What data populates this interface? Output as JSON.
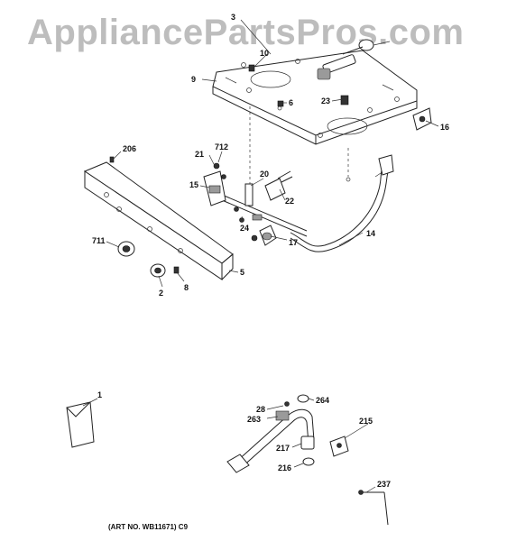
{
  "watermark": "AppliancePartsPros.com",
  "art_number": "(ART NO. WB11671) C9",
  "callouts": {
    "c3": "3",
    "c10": "10",
    "c9": "9",
    "c23": "23",
    "c6": "6",
    "c16": "16",
    "c206": "206",
    "c712": "712",
    "c21": "21",
    "c20": "20",
    "c15": "15",
    "c22": "22",
    "c24": "24",
    "c17": "17",
    "c14": "14",
    "c711": "711",
    "c5": "5",
    "c2": "2",
    "c8": "8",
    "c1": "1",
    "c28": "28",
    "c264": "264",
    "c263": "263",
    "c215": "215",
    "c217": "217",
    "c216": "216",
    "c237": "237"
  }
}
